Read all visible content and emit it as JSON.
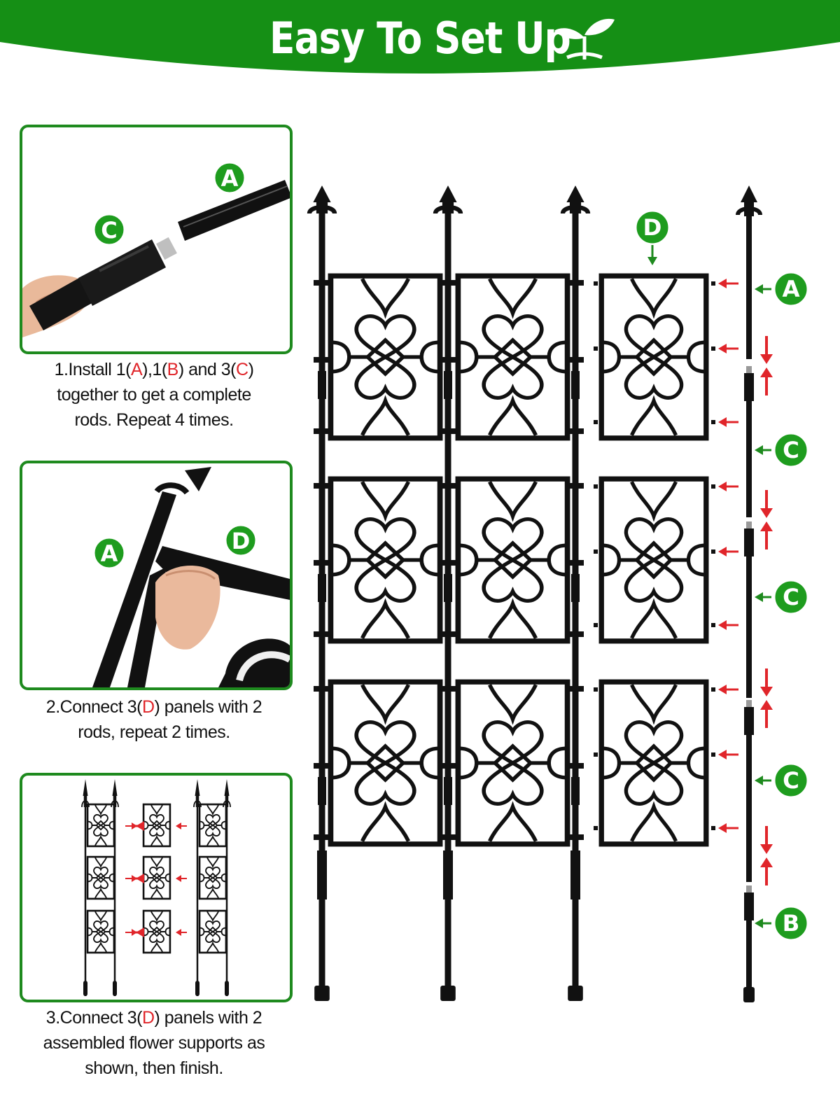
{
  "header": {
    "title": "Easy To Set Up",
    "bg_color": "#158f15"
  },
  "step1": {
    "text_a": "1.Install 1(",
    "part_a": "A",
    "text_b": "),1(",
    "part_b": "B",
    "text_c": ") and 3(",
    "part_c": "C",
    "text_d": ")",
    "line2": "together to get a complete",
    "line3": "rods. Repeat 4 times.",
    "badges": [
      "A",
      "C"
    ]
  },
  "step2": {
    "text_a": "2.Connect 3(",
    "part_a": "D",
    "text_b": ") panels with 2",
    "line2": "rods, repeat 2 times.",
    "badges": [
      "A",
      "D"
    ]
  },
  "step3": {
    "text_a": "3.Connect 3(",
    "part_a": "D",
    "text_b": ") panels with 2",
    "line2": "assembled flower supports as",
    "line3": "shown, then finish."
  },
  "diagram": {
    "panel_label": "D",
    "rod_labels": [
      "A",
      "C",
      "C",
      "C",
      "B"
    ]
  },
  "colors": {
    "green": "#1e8a1e",
    "red": "#e0252a",
    "black": "#111111"
  },
  "icons": [
    "sprout-icon"
  ]
}
